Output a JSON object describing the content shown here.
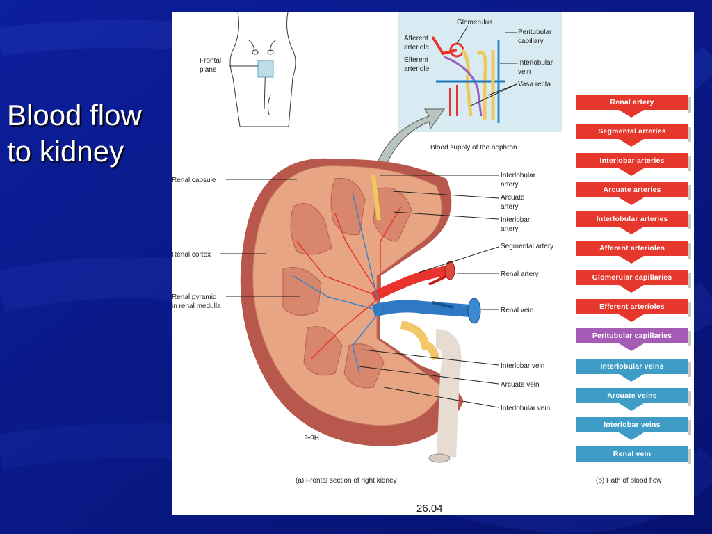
{
  "slide": {
    "title_line1": "Blood flow",
    "title_line2": "to kidney"
  },
  "figure": {
    "caption_a": "(a) Frontal section of right kidney",
    "caption_b": "(b) Path of blood flow",
    "figure_number": "26.04",
    "nephron_caption": "Blood supply of the nephron",
    "signature": "Ho•s"
  },
  "torso_labels": {
    "frontal_plane_1": "Frontal",
    "frontal_plane_2": "plane"
  },
  "nephron_labels": {
    "glomerulus": "Glomerulus",
    "afferent_1": "Afferent",
    "afferent_2": "arteriole",
    "efferent_1": "Efferent",
    "efferent_2": "arteriole",
    "peritubular_1": "Peritubular",
    "peritubular_2": "capillary",
    "interlobular_vein_1": "Interlobular",
    "interlobular_vein_2": "vein",
    "vasa_recta": "Vasa recta"
  },
  "kidney_labels_left": {
    "renal_capsule": "Renal capsule",
    "renal_cortex": "Renal cortex",
    "renal_pyramid_1": "Renal pyramid",
    "renal_pyramid_2": "in renal medulla"
  },
  "kidney_labels_right": {
    "interlobular_artery_1": "Interlobular",
    "interlobular_artery_2": "artery",
    "arcuate_artery_1": "Arcuate",
    "arcuate_artery_2": "artery",
    "interlobar_artery_1": "Interlobar",
    "interlobar_artery_2": "artery",
    "segmental_artery": "Segmental artery",
    "renal_artery": "Renal artery",
    "renal_vein": "Renal vein",
    "interlobar_vein": "Interlobar vein",
    "arcuate_vein": "Arcuate vein",
    "interlobular_vein": "Interlobular vein"
  },
  "blood_flow_path": [
    {
      "label": "Renal artery",
      "color": "red"
    },
    {
      "label": "Segmental arteries",
      "color": "red"
    },
    {
      "label": "Interlobar arteries",
      "color": "red"
    },
    {
      "label": "Arcuate arteries",
      "color": "red"
    },
    {
      "label": "Interlobular arteries",
      "color": "red"
    },
    {
      "label": "Afferent arterioles",
      "color": "red"
    },
    {
      "label": "Glomerular capillaries",
      "color": "red"
    },
    {
      "label": "Efferent arterioles",
      "color": "red"
    },
    {
      "label": "Peritubular capillaries",
      "color": "purple"
    },
    {
      "label": "Interlobular veins",
      "color": "blue"
    },
    {
      "label": "Arcuate veins",
      "color": "blue"
    },
    {
      "label": "Interlobar veins",
      "color": "blue"
    },
    {
      "label": "Renal vein",
      "color": "blue"
    }
  ],
  "colors": {
    "slide_bg": "#0a1a8a",
    "artery": "#e5372c",
    "capillary": "#a65bb6",
    "vein": "#3e9cc6"
  }
}
